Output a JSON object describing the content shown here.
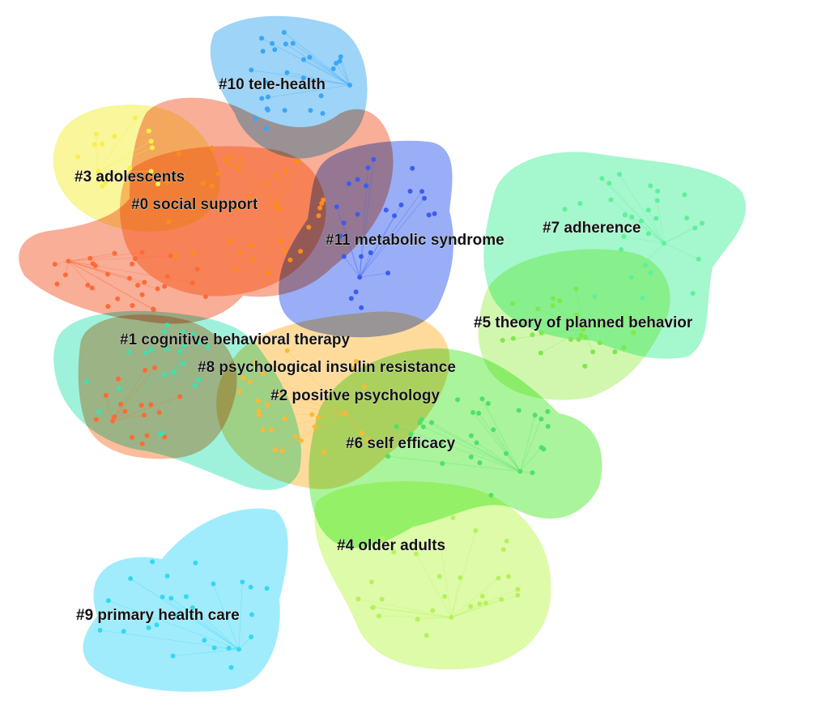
{
  "clusters": [
    {
      "key": "c0",
      "label": "#0 social support",
      "color": "#ff8c1a"
    },
    {
      "key": "c1",
      "label": "#1 cognitive behavioral therapy",
      "color": "#3fe0b0"
    },
    {
      "key": "c2",
      "label": "#2 positive psychology",
      "color": "#ffb833"
    },
    {
      "key": "c3",
      "label": "#3 adolescents",
      "color": "#f6f04a"
    },
    {
      "key": "c4",
      "label": "#4 older adults",
      "color": "#b5f25a"
    },
    {
      "key": "c5",
      "label": "#5 theory of planned behavior",
      "color": "#7ee84a"
    },
    {
      "key": "c6",
      "label": "#6 self efficacy",
      "color": "#4ee06a"
    },
    {
      "key": "c7",
      "label": "#7 adherence",
      "color": "#5ef09a"
    },
    {
      "key": "c8",
      "label": "#8 psychological insulin resistance",
      "color": "#ff6a33"
    },
    {
      "key": "c9",
      "label": "#9 primary health care",
      "color": "#33d8f2"
    },
    {
      "key": "c10",
      "label": "#10 tele-health",
      "color": "#3aa6f5"
    },
    {
      "key": "c11",
      "label": "#11 metabolic syndrome",
      "color": "#3b5cf0"
    }
  ]
}
